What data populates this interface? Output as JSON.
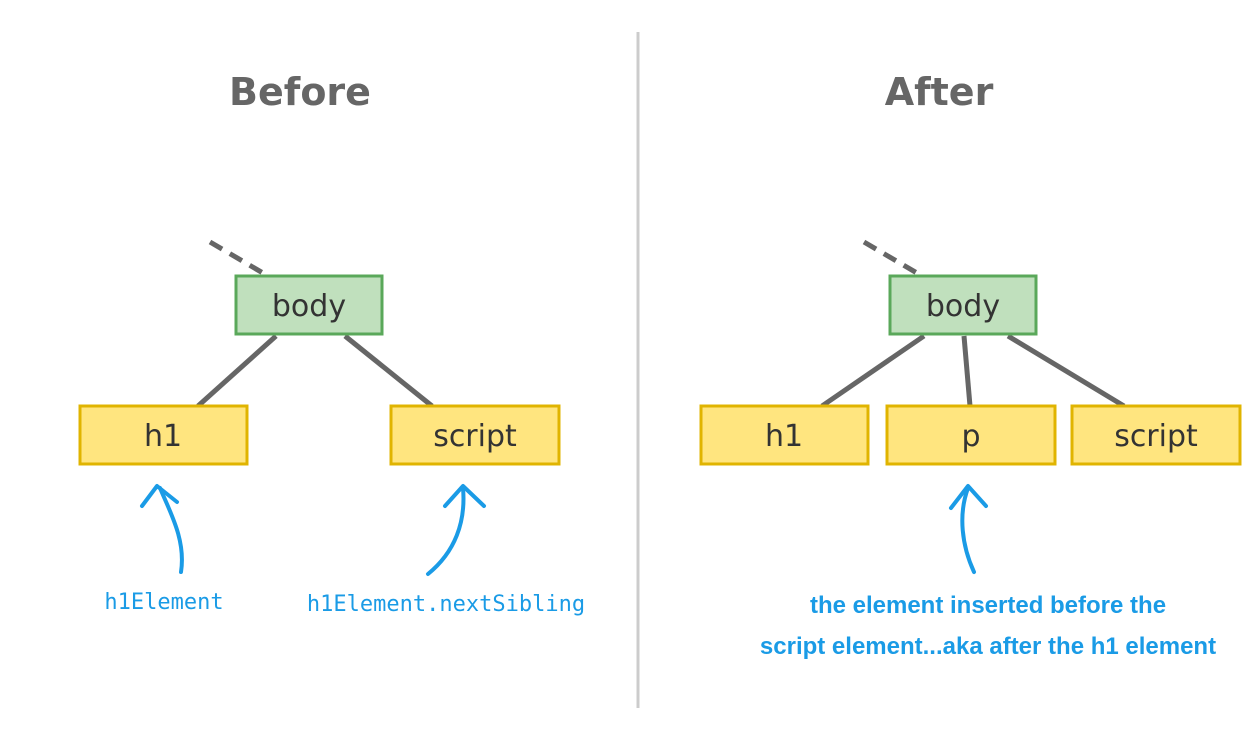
{
  "colors": {
    "accent": "#1a9be6",
    "node_body_fill": "#c0e0bd",
    "node_body_stroke": "#5aa85a",
    "node_child_fill": "#ffe57f",
    "node_child_stroke": "#e0b400",
    "line": "#666666",
    "divider": "#cccccc"
  },
  "before": {
    "title": "Before",
    "nodes": {
      "body": "body",
      "h1": "h1",
      "script": "script"
    },
    "labels": {
      "h1": "h1Element",
      "script": "h1Element.nextSibling"
    }
  },
  "after": {
    "title": "After",
    "nodes": {
      "body": "body",
      "h1": "h1",
      "p": "p",
      "script": "script"
    },
    "annotation_line1": "the element inserted before the",
    "annotation_line2": "script element...aka after the h1 element"
  },
  "icons": [
    "arrow-up-icon"
  ]
}
